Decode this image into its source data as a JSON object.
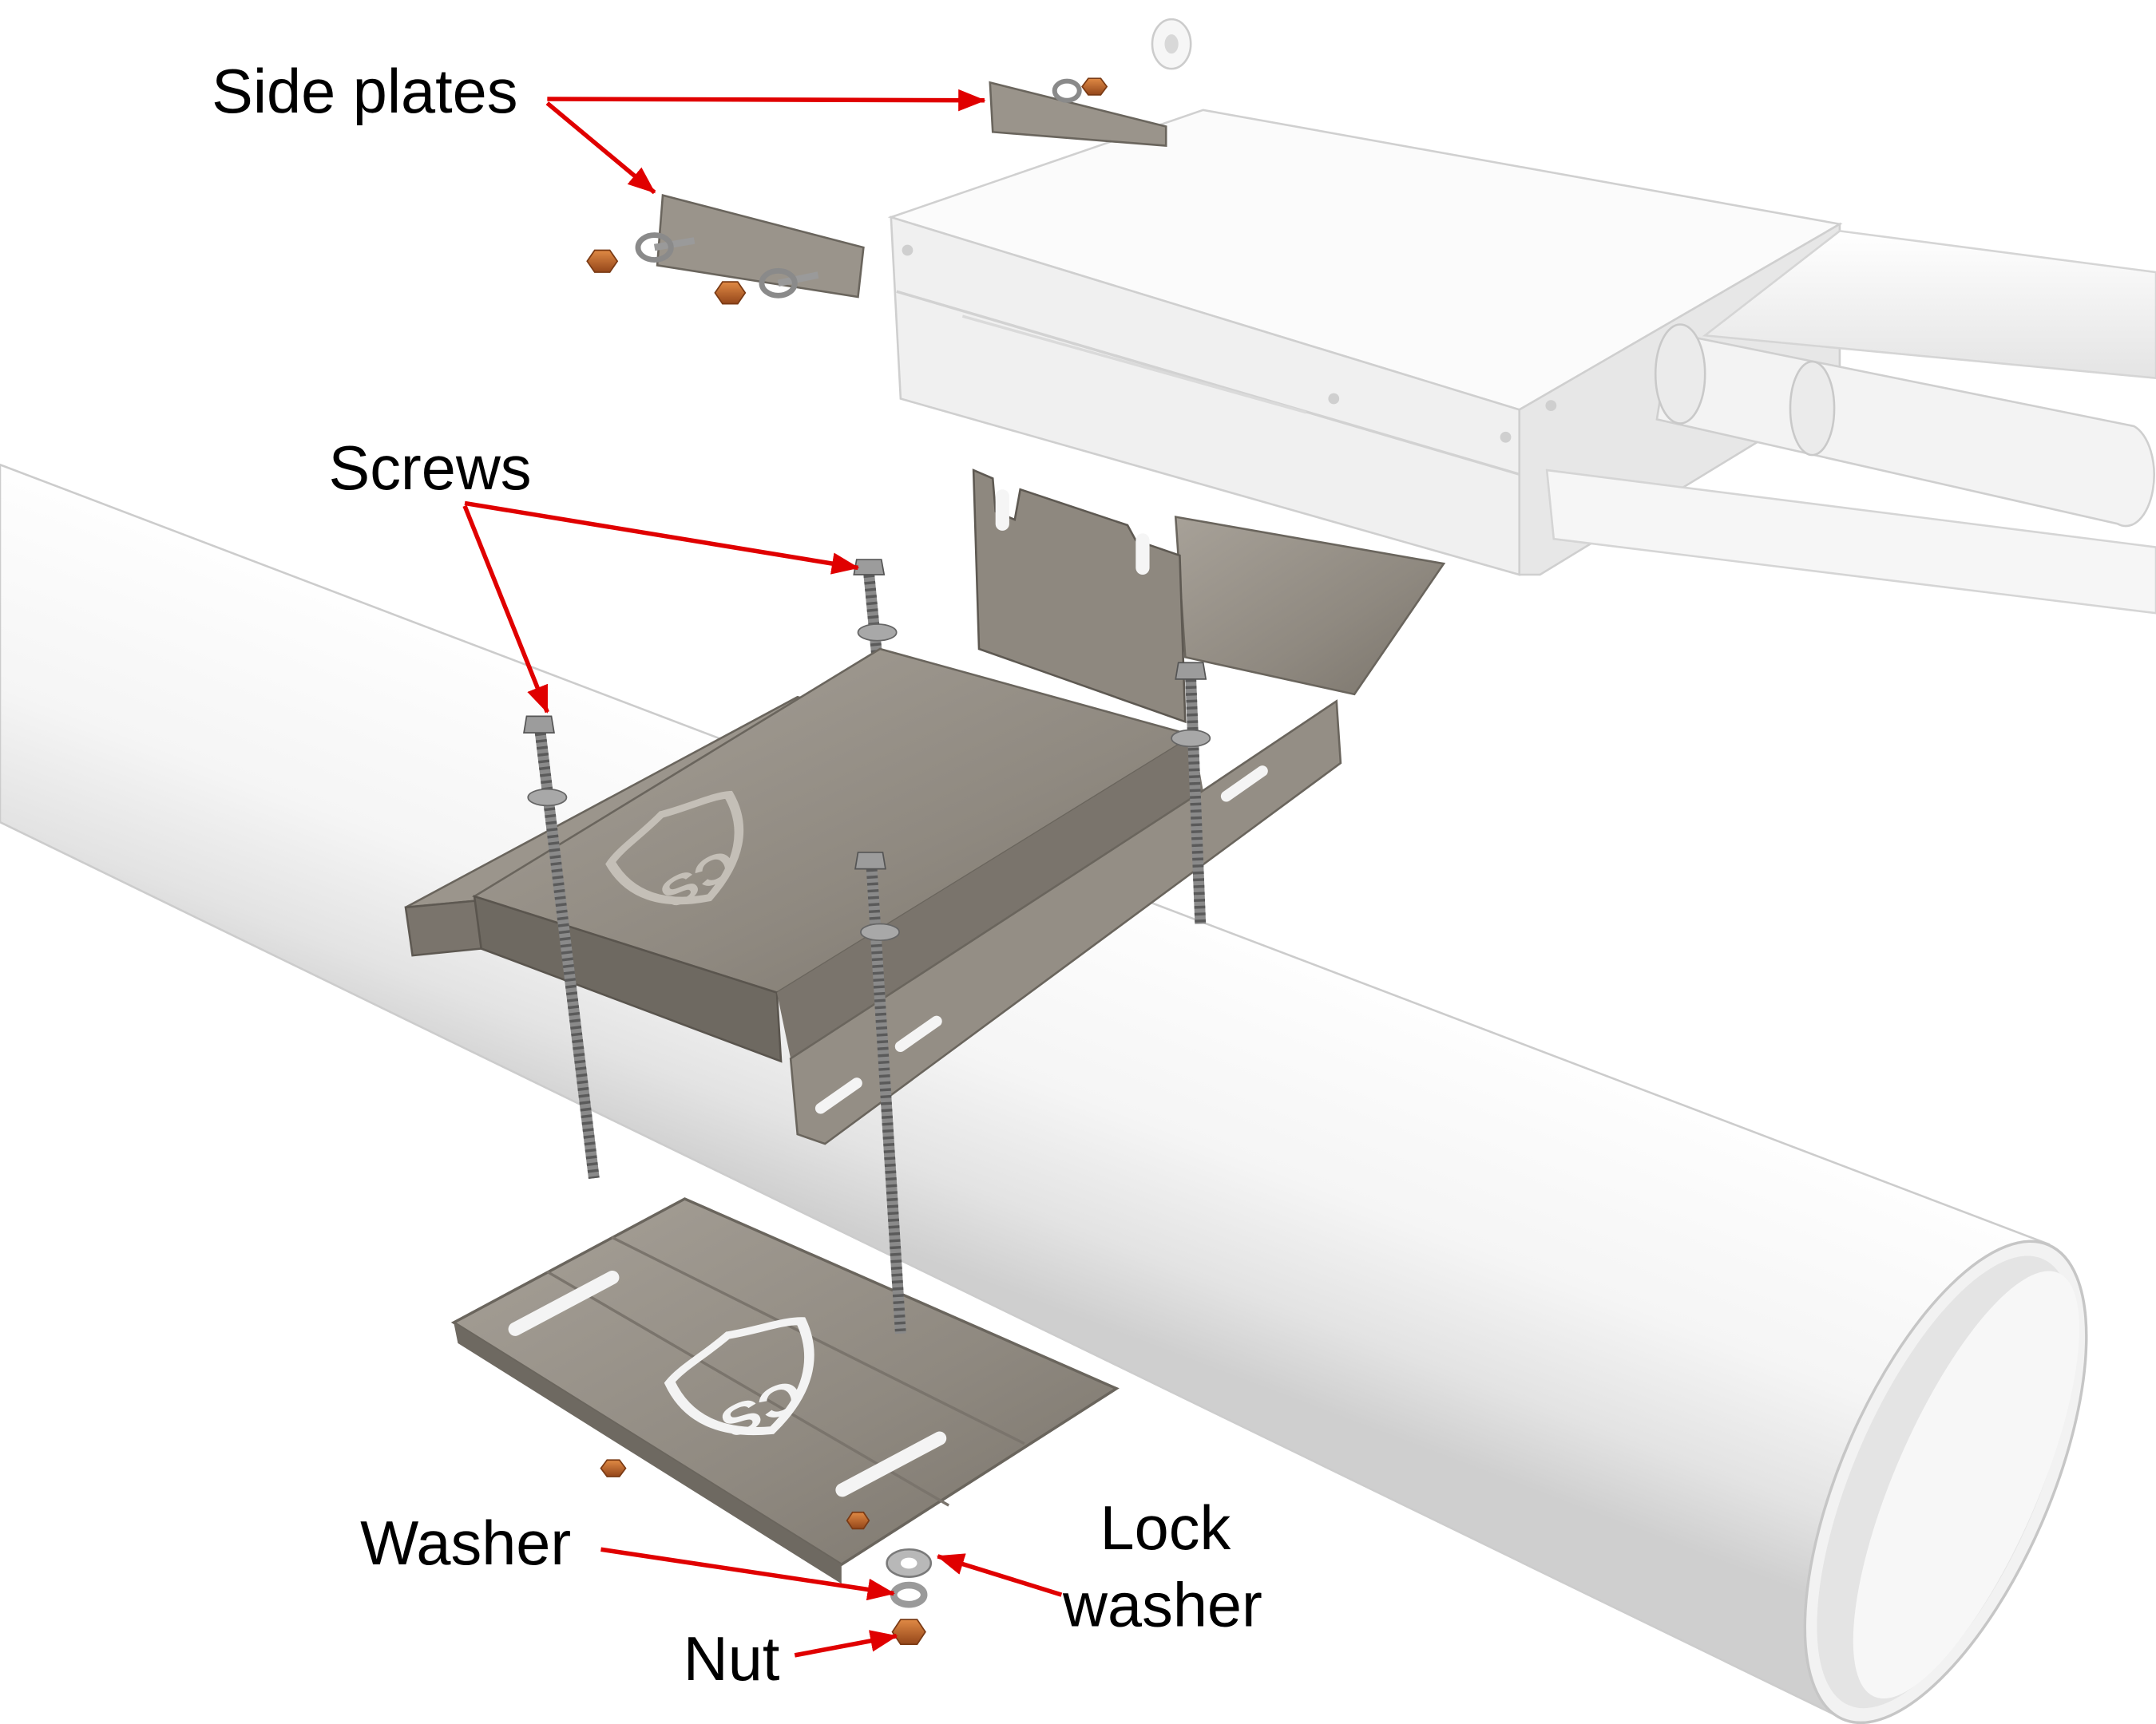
{
  "labels": {
    "side_plates": "Side plates",
    "screws": "Screws",
    "washer": "Washer",
    "lock_washer": [
      "Lock",
      "washer"
    ],
    "nut": "Nut"
  },
  "logo": {
    "text": "CS"
  },
  "colors": {
    "arrow": "#e00000",
    "metal": "#8e887f",
    "nut": "#c0692a",
    "pipe": "#f4f4f4",
    "box": "#f0f0f0"
  }
}
